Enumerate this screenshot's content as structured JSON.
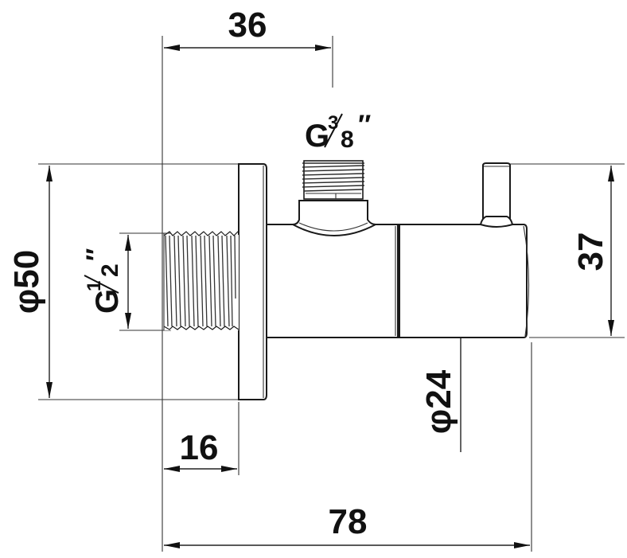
{
  "drawing": {
    "title": "Angle valve technical drawing",
    "units": "mm",
    "colors": {
      "line": "#222222",
      "background": "#ffffff"
    },
    "dimensions": {
      "top_width": {
        "label": "36",
        "value": 36
      },
      "outlet_thread": {
        "label_prefix": "G",
        "num": "3",
        "den": "8",
        "suffix": "″"
      },
      "flange_diameter": {
        "label": "φ50",
        "value": 50
      },
      "inlet_thread": {
        "label_prefix": "G",
        "num": "1",
        "den": "2",
        "suffix": "″"
      },
      "overall_height": {
        "label": "37",
        "value": 37
      },
      "body_diameter": {
        "label": "φ24",
        "value": 24
      },
      "thread_length": {
        "label": "16",
        "value": 16
      },
      "overall_length": {
        "label": "78",
        "value": 78
      }
    }
  }
}
